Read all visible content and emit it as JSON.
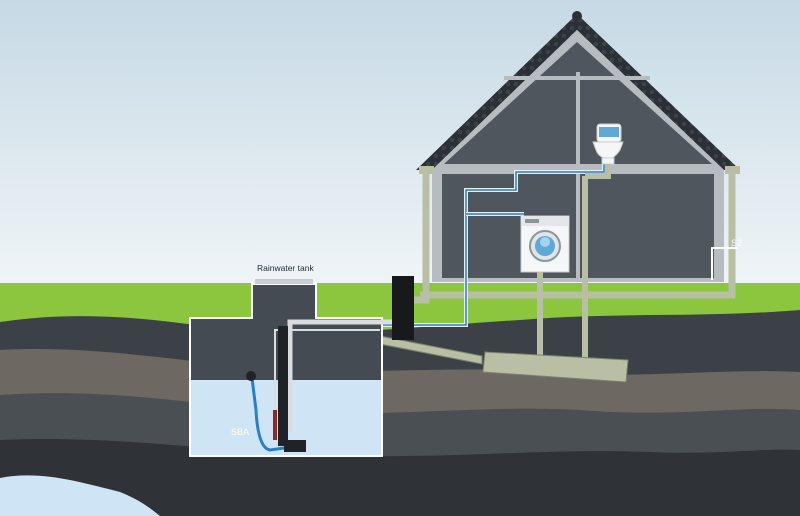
{
  "labels": {
    "tank": "Rainwater tank",
    "pump": "SBA",
    "tap": "S2"
  },
  "colors": {
    "sky_top": "#c9dbe6",
    "sky_bottom": "#f1f5f7",
    "grass": "#8cc63f",
    "soil_dark": "#3a3f45",
    "soil_mid": "#6b6660",
    "soil_light": "#8e8a84",
    "house_interior": "#4f565d",
    "house_wall": "#b6bcc0",
    "roof_tiles": "#2b3036",
    "tank_body": "#454b52",
    "water": "#cfe4f4",
    "pipe": "#b9bfa4",
    "pipe_dark": "#1f2327",
    "pipe_blue": "#2b7fc3"
  }
}
